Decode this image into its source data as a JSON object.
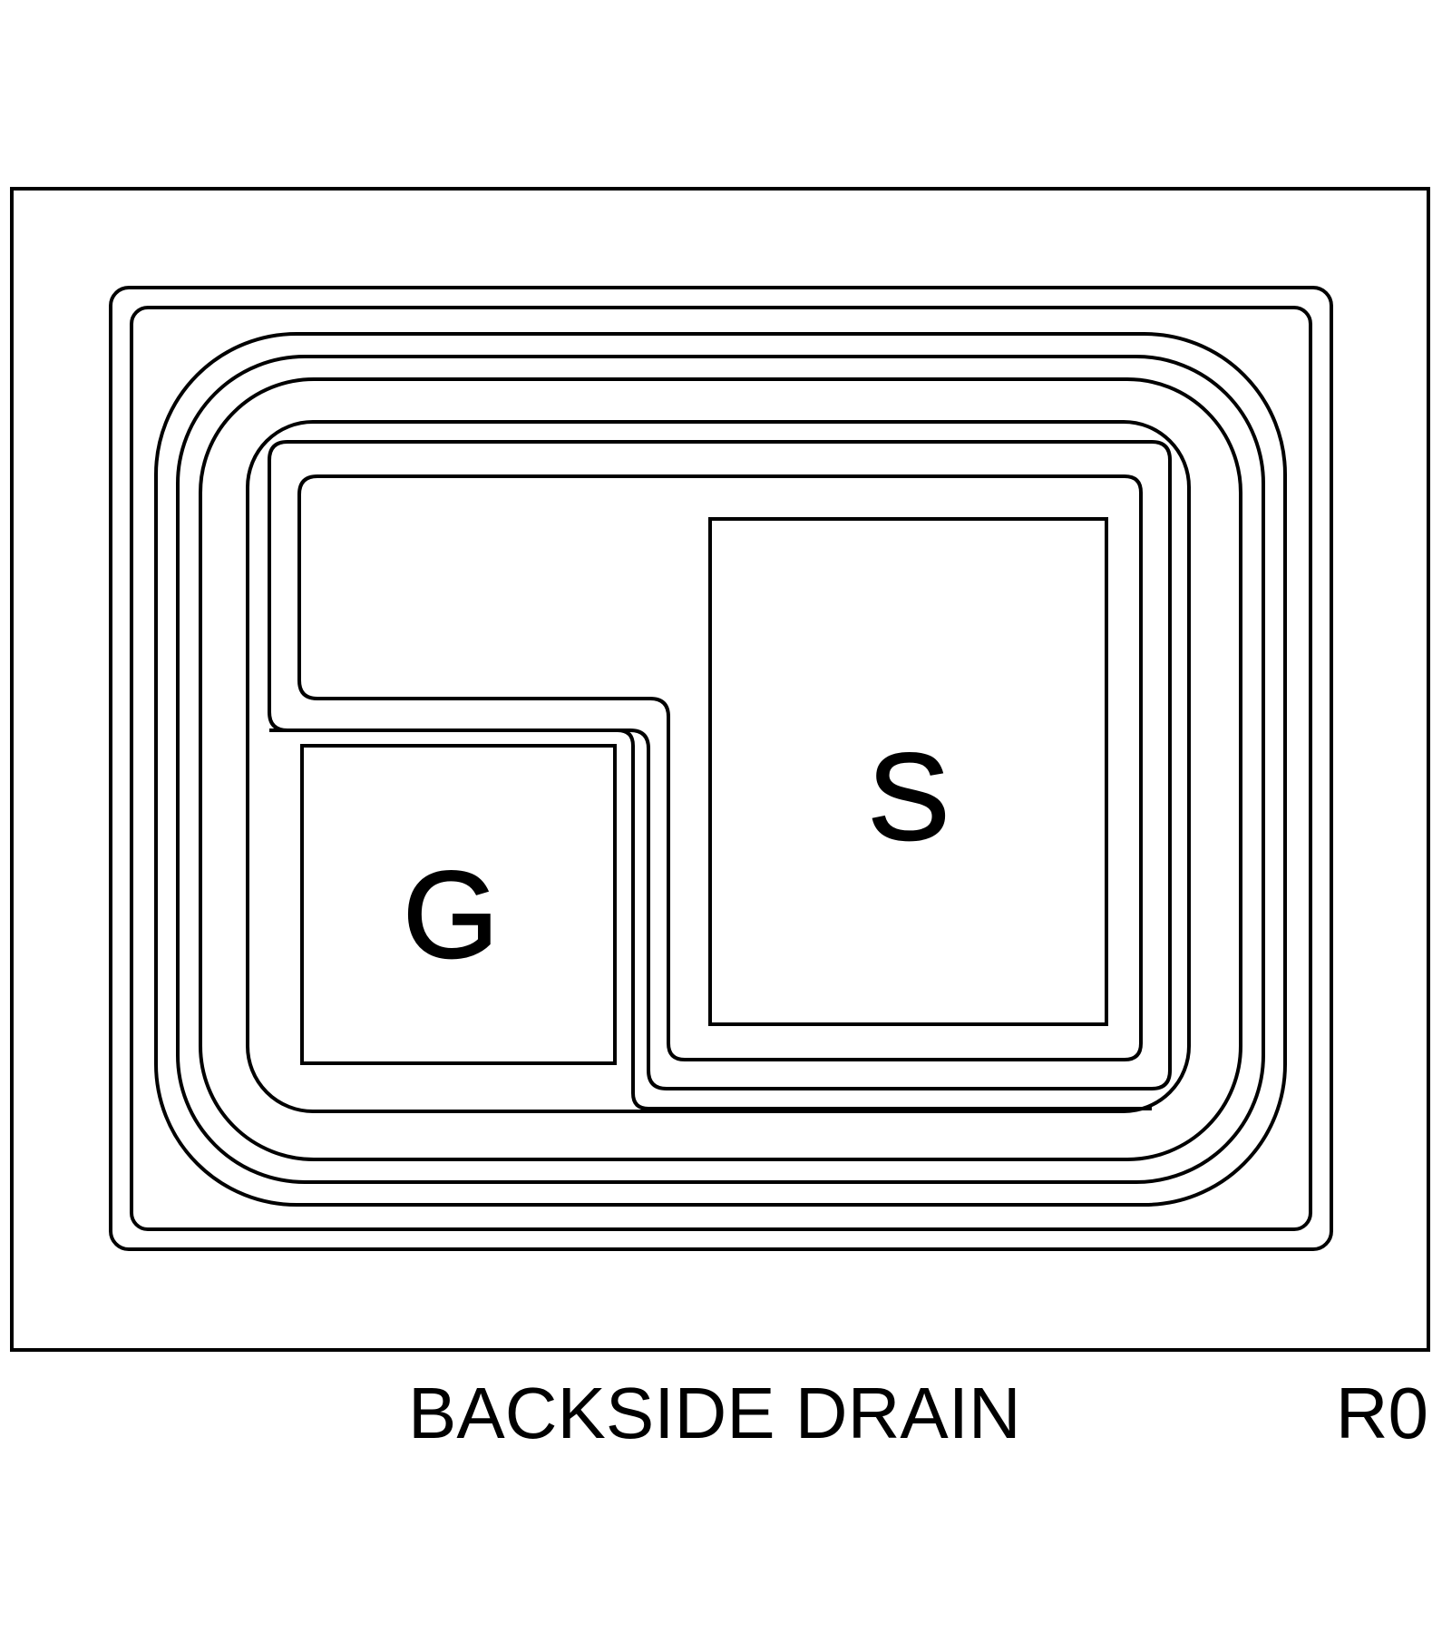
{
  "diagram": {
    "gate_label": "G",
    "source_label": "S",
    "caption": "BACKSIDE DRAIN",
    "revision": "R0"
  }
}
